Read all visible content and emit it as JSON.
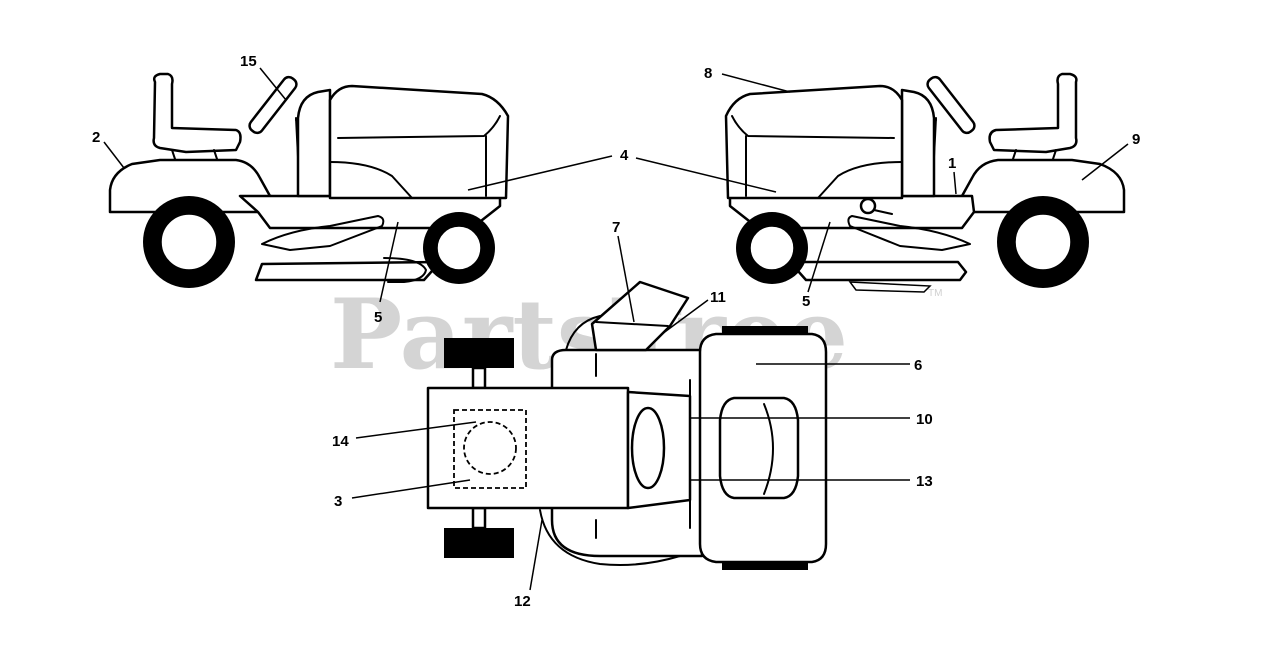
{
  "watermark": {
    "text": "PartsTree",
    "tm": "TM"
  },
  "callouts": [
    {
      "id": "c1",
      "label": "1"
    },
    {
      "id": "c2",
      "label": "2"
    },
    {
      "id": "c3",
      "label": "3"
    },
    {
      "id": "c4",
      "label": "4"
    },
    {
      "id": "c5a",
      "label": "5"
    },
    {
      "id": "c5b",
      "label": "5"
    },
    {
      "id": "c6",
      "label": "6"
    },
    {
      "id": "c7",
      "label": "7"
    },
    {
      "id": "c8",
      "label": "8"
    },
    {
      "id": "c9",
      "label": "9"
    },
    {
      "id": "c10",
      "label": "10"
    },
    {
      "id": "c11",
      "label": "11"
    },
    {
      "id": "c12",
      "label": "12"
    },
    {
      "id": "c13",
      "label": "13"
    },
    {
      "id": "c14",
      "label": "14"
    },
    {
      "id": "c15",
      "label": "15"
    }
  ]
}
